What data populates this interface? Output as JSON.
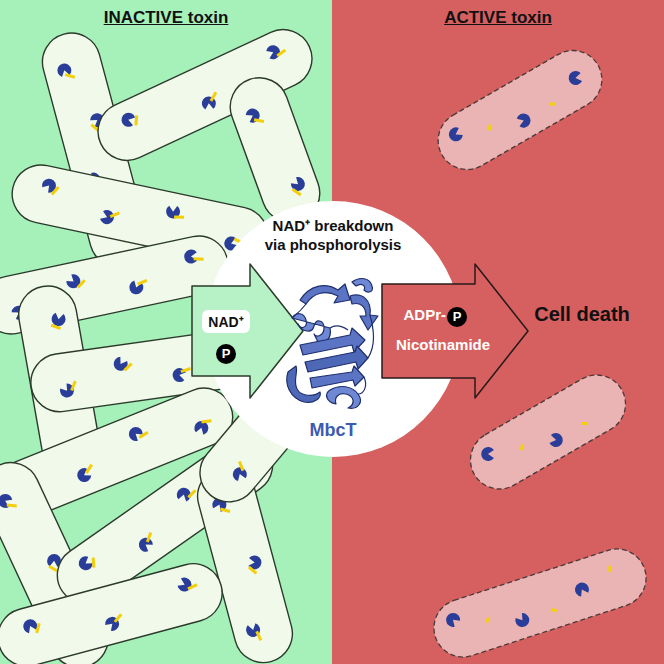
{
  "diagram": {
    "nodes": [
      {
        "text": [
          "INACTIVE toxin"
        ]
      },
      {
        "text": [
          "ACTIVE toxin"
        ]
      },
      {
        "text": [
          "NAD⁺ breakdown via phosphorolysis",
          "MbcT"
        ]
      },
      {
        "text": [
          "NAD⁺",
          "P"
        ]
      },
      {
        "text": [
          "ADPr-",
          "P",
          "Nicotinamide"
        ]
      }
    ],
    "labels": [
      "Cell death"
    ]
  }
}
